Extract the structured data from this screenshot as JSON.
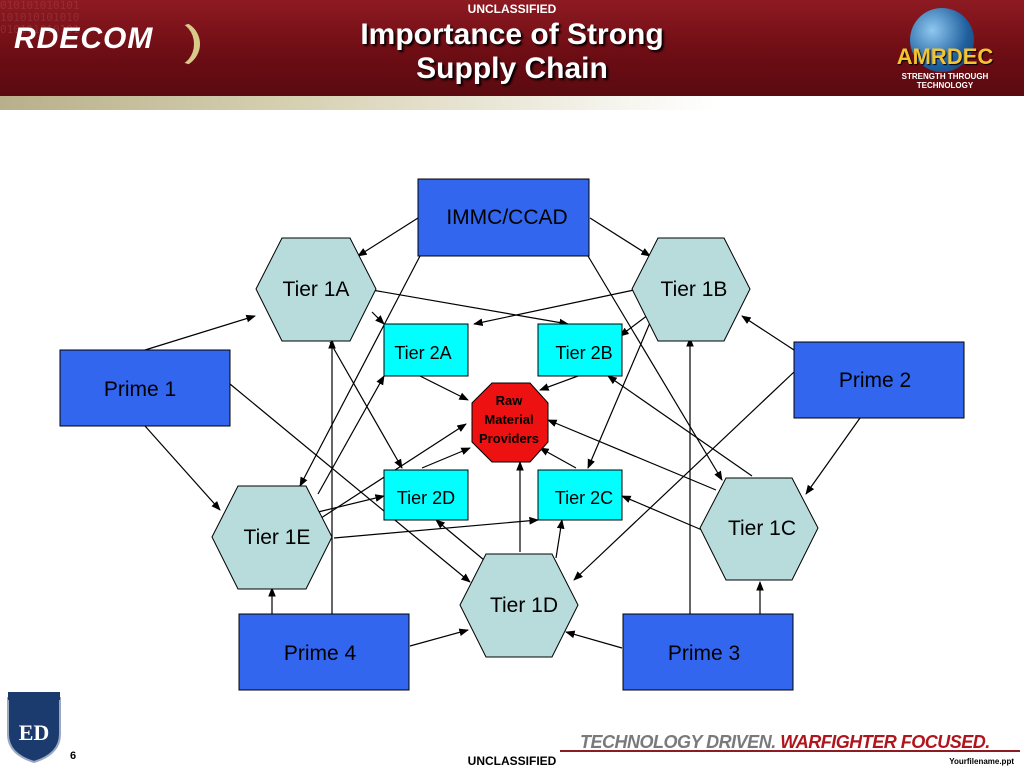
{
  "header": {
    "classification_top": "UNCLASSIFIED",
    "title_line1": "Importance of Strong",
    "title_line2": "Supply Chain",
    "left_logo": "RDECOM",
    "right_logo": "AMRDEC",
    "right_logo_tagline": "STRENGTH THROUGH TECHNOLOGY",
    "binary_pattern": "010101010101\n101010101010\n010101010101"
  },
  "diagram": {
    "nodes": {
      "immc": "IMMC/CCAD",
      "tier1a": "Tier 1A",
      "tier1b": "Tier 1B",
      "tier1c": "Tier 1C",
      "tier1d": "Tier 1D",
      "tier1e": "Tier 1E",
      "tier2a": "Tier 2A",
      "tier2b": "Tier 2B",
      "tier2c": "Tier 2C",
      "tier2d": "Tier 2D",
      "prime1": "Prime 1",
      "prime2": "Prime 2",
      "prime3": "Prime 3",
      "prime4": "Prime 4",
      "raw_line1": "Raw",
      "raw_line2": "Material",
      "raw_line3": "Providers"
    },
    "colors": {
      "prime_fill": "#3366ee",
      "tier1_fill": "#b8dcdc",
      "tier2_fill": "#00ffff",
      "raw_fill": "#ee1111"
    }
  },
  "footer": {
    "page_number": "6",
    "classification_bottom": "UNCLASSIFIED",
    "tagline_part1": "TECHNOLOGY DRIVEN.",
    "tagline_part2": "WARFIGHTER FOCUSED.",
    "filename": "Yourfilename.ppt",
    "emblem": "ED"
  }
}
